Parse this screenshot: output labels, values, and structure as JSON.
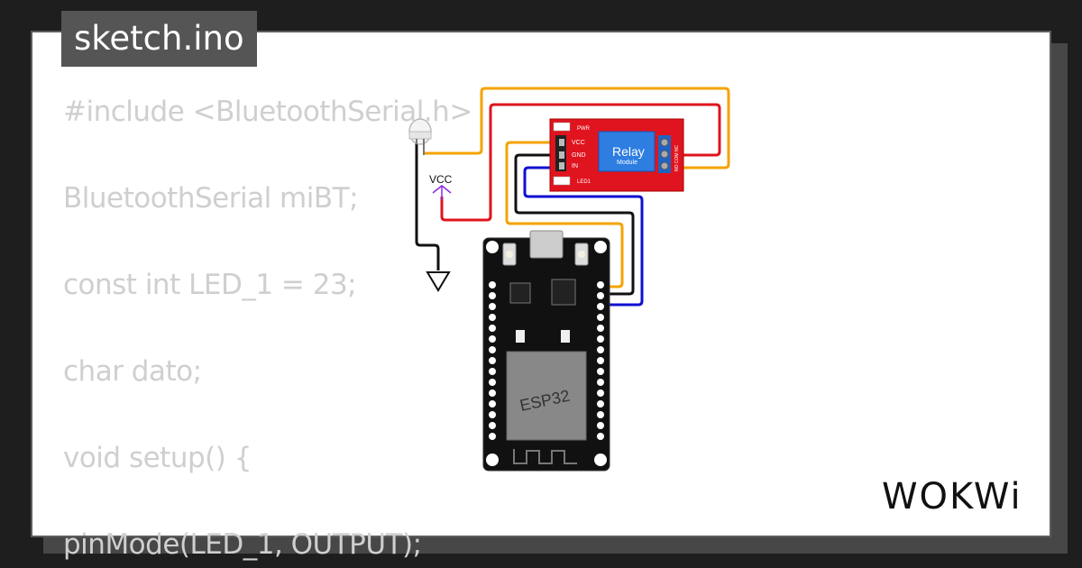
{
  "tab": {
    "title": "sketch.ino"
  },
  "code": {
    "lines": [
      "#include <BluetoothSerial.h>",
      "BluetoothSerial miBT;",
      "const int LED_1 = 23;",
      "char dato;",
      "void setup() {",
      "  pinMode(LED_1, OUTPUT);"
    ]
  },
  "diagram": {
    "vcc_label": "VCC",
    "relay": {
      "title": "Relay",
      "subtitle": "Module",
      "pin_vcc": "VCC",
      "pin_gnd": "GND",
      "pin_in": "IN",
      "led_pwr": "PWR",
      "led_1": "LED1",
      "terminal_labels": "NO COM NC"
    },
    "esp32": {
      "chip_label": "ESP32"
    },
    "wire_colors": {
      "orange": "#f5a300",
      "red": "#e0141e",
      "black": "#111111",
      "blue": "#1010d0"
    },
    "relay_board_color": "#e0141e"
  },
  "brand": {
    "logo_text": "WOKWi"
  }
}
